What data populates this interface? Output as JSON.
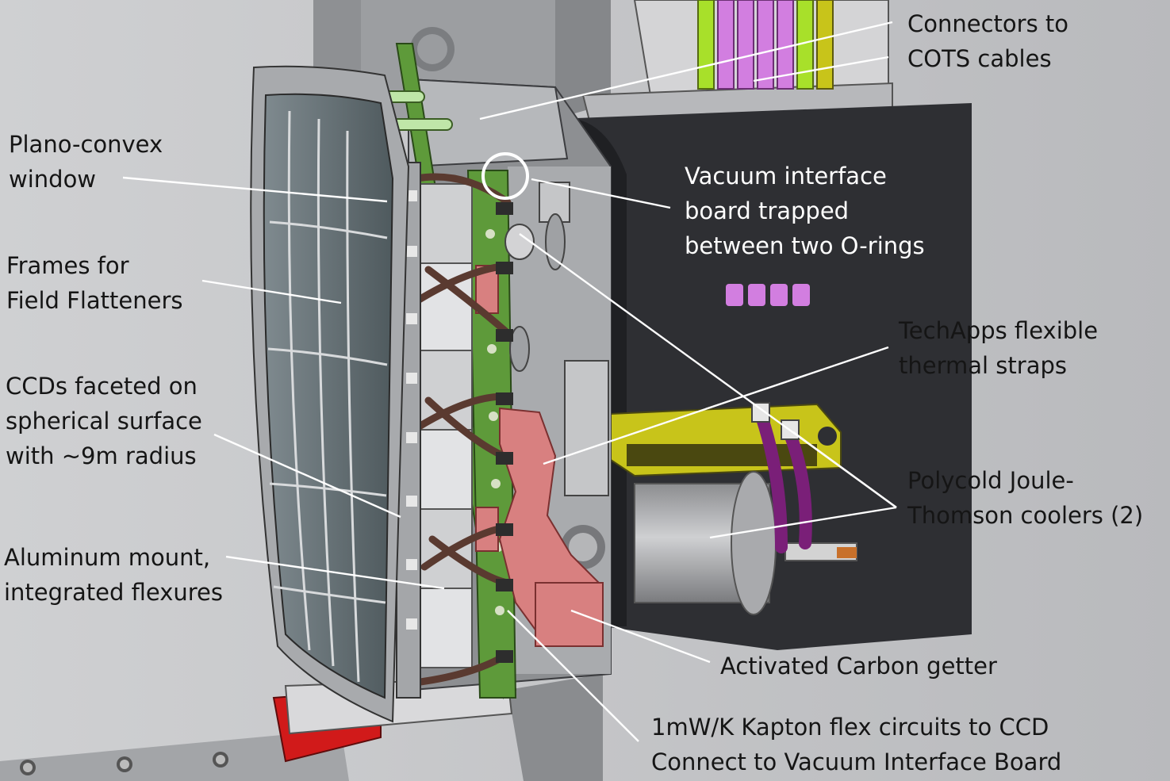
{
  "labels": {
    "connectors_l1": "Connectors to",
    "connectors_l2": "COTS cables",
    "plano_l1": "Plano-convex",
    "plano_l2": "window",
    "vacuum_l1": "Vacuum interface",
    "vacuum_l2": "board trapped",
    "vacuum_l3": "between two O-rings",
    "frames_l1": "Frames for",
    "frames_l2": "Field Flatteners",
    "techapps_l1": "TechApps flexible",
    "techapps_l2": "thermal straps",
    "ccds_l1": "CCDs faceted on",
    "ccds_l2": "spherical surface",
    "ccds_l3": "with ~9m radius",
    "polycold_l1": "Polycold Joule-",
    "polycold_l2": "Thomson coolers (2)",
    "aluminum_l1": "Aluminum mount,",
    "aluminum_l2": "integrated flexures",
    "getter": "Activated Carbon getter",
    "kapton_l1": "1mW/K Kapton flex circuits to CCD",
    "kapton_l2": "Connect to Vacuum Interface Board"
  },
  "colors": {
    "background": "#c9cacc",
    "housing": "#8d8f92",
    "cryostat": "#2e2f33",
    "board_green": "#5e9a3a",
    "flex_brown": "#5a3a30",
    "getter_pink": "#d88080",
    "cooler_purple": "#7a1f78",
    "bracket_yellow": "#c8c41a",
    "cable_green": "#a8e02a",
    "cable_purple": "#d27ee0",
    "mount_red": "#d11a1a"
  }
}
